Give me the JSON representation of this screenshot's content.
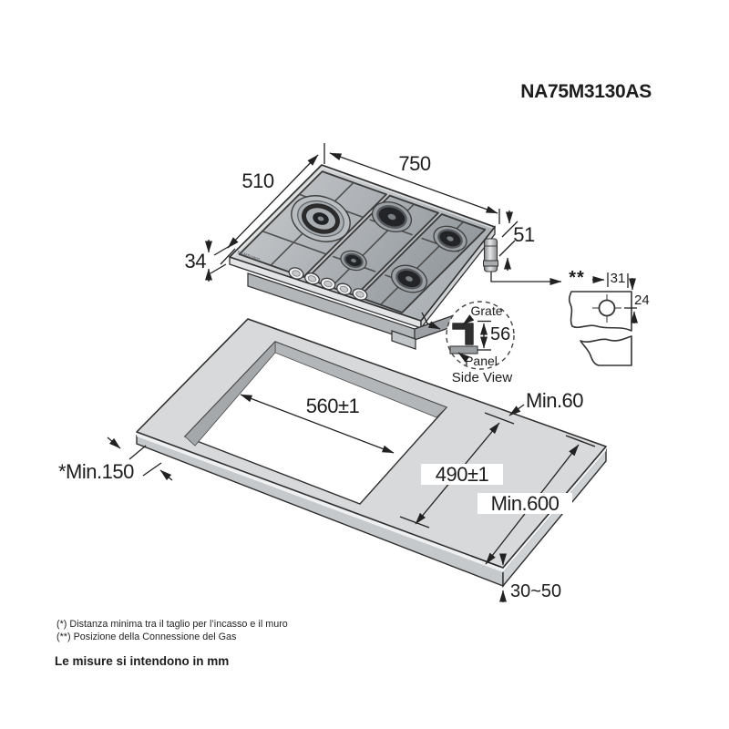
{
  "header": {
    "model": "NA75M3130AS"
  },
  "hob": {
    "brand": "SAMSUNG",
    "width_mm": "750",
    "depth_mm": "510",
    "body_height_mm": "34",
    "total_height_mm": "51"
  },
  "gas_connection": {
    "marker": "**",
    "from_edge_mm": "31",
    "from_top_mm": "24"
  },
  "side_view_detail": {
    "grate_label": "Grate",
    "panel_label": "Panel",
    "height_mm": "56",
    "caption": "Side View"
  },
  "worktop": {
    "cutout_width_mm": "560±1",
    "cutout_depth_mm": "490±1",
    "min_side_clearance": "Min.60",
    "min_depth": "Min.600",
    "min_wall_clearance": "*Min.150",
    "thickness_mm": "30~50"
  },
  "footnotes": {
    "asterisk": "(*) Distanza minima tra il taglio per l’incasso e il muro",
    "double_asterisk": "(**) Posizione della Connessione del Gas"
  },
  "units_note": "Le misure si intendono in mm"
}
